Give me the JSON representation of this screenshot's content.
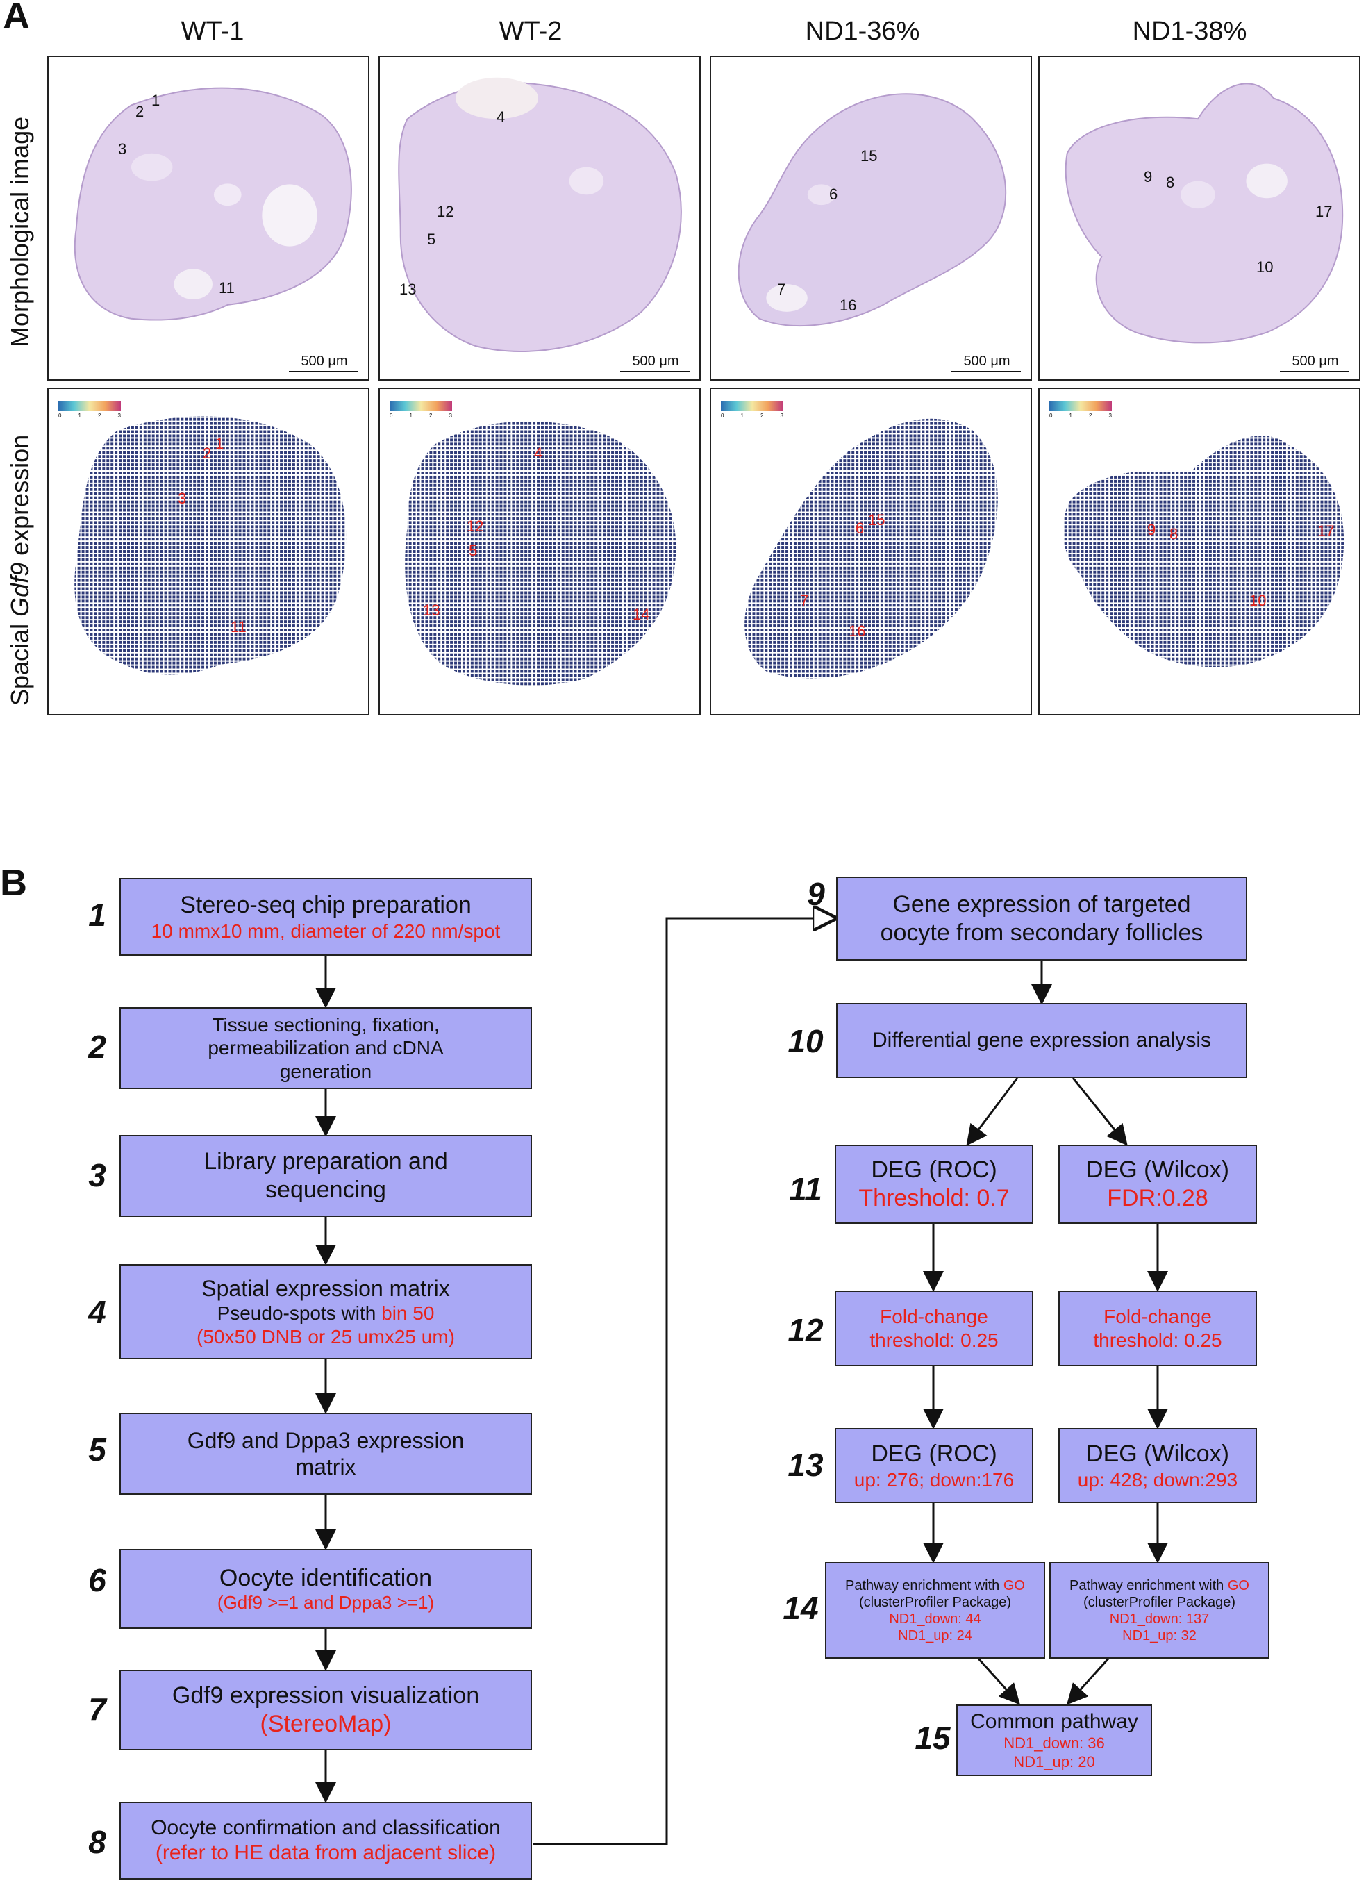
{
  "panel_a": {
    "letter": "A",
    "columns": [
      "WT-1",
      "WT-2",
      "ND1-36%",
      "ND1-38%"
    ],
    "row_labels": {
      "morph": "Morphological image",
      "spatial_prefix": "Spacial ",
      "spatial_gene": "Gdf9",
      "spatial_suffix": " expression"
    },
    "scale_bar": "500 μm",
    "legend_ticks": [
      "0",
      "1",
      "2",
      "3"
    ],
    "morph_labels": [
      [
        "1",
        "2",
        "3",
        "11"
      ],
      [
        "4",
        "12",
        "5",
        "13"
      ],
      [
        "15",
        "6",
        "7",
        "16"
      ],
      [
        "9",
        "8",
        "17",
        "10"
      ]
    ],
    "spatial_labels": [
      [
        "1",
        "2",
        "3",
        "11"
      ],
      [
        "4",
        "12",
        "5",
        "13",
        "14"
      ],
      [
        "15",
        "6",
        "7",
        "16"
      ],
      [
        "9",
        "8",
        "17",
        "10"
      ]
    ]
  },
  "panel_b": {
    "letter": "B",
    "left_steps": [
      {
        "num": "1",
        "title": "Stereo-seq chip preparation",
        "sub": "10 mmx10 mm, diameter of 220 nm/spot"
      },
      {
        "num": "2",
        "title": "Tissue sectioning, fixation, permeabilization and cDNA generation"
      },
      {
        "num": "3",
        "title": "Library preparation and sequencing"
      },
      {
        "num": "4",
        "title": "Spatial expression matrix",
        "line2_black": "Pseudo-spots with ",
        "line2_red": "bin 50",
        "sub": "(50x50 DNB or 25 umx25 um)"
      },
      {
        "num": "5",
        "title": "Gdf9 and Dppa3 expression matrix"
      },
      {
        "num": "6",
        "title": "Oocyte identification",
        "sub": "(Gdf9 >=1 and Dppa3 >=1)"
      },
      {
        "num": "7",
        "title": "Gdf9 expression visualization",
        "sub": "(StereoMap)"
      },
      {
        "num": "8",
        "title": "Oocyte confirmation and classification",
        "sub": "(refer to HE data from adjacent slice)"
      }
    ],
    "right_steps": {
      "s9": {
        "num": "9",
        "title": "Gene expression of targeted oocyte from secondary follicles"
      },
      "s10": {
        "num": "10",
        "title": "Differential gene expression analysis"
      },
      "s11": {
        "num": "11",
        "roc_title": "DEG (ROC)",
        "roc_sub": "Threshold: 0.7",
        "wil_title": "DEG (Wilcox)",
        "wil_sub": "FDR:0.28"
      },
      "s12": {
        "num": "12",
        "roc": "Fold-change threshold: 0.25",
        "wil": "Fold-change threshold: 0.25"
      },
      "s13": {
        "num": "13",
        "roc_title": "DEG (ROC)",
        "roc_sub": "up: 276; down:176",
        "wil_title": "DEG (Wilcox)",
        "wil_sub": "up: 428; down:293"
      },
      "s14": {
        "num": "14",
        "line1_black": "Pathway enrichment with ",
        "line1_red": "GO",
        "line2": "(clusterProfiler Package)",
        "roc_down": "ND1_down: 44",
        "roc_up": "ND1_up: 24",
        "wil_down": "ND1_down: 137",
        "wil_up": "ND1_up: 32"
      },
      "s15": {
        "num": "15",
        "title": "Common pathway",
        "down": "ND1_down: 36",
        "up": "ND1_up: 20"
      }
    }
  }
}
